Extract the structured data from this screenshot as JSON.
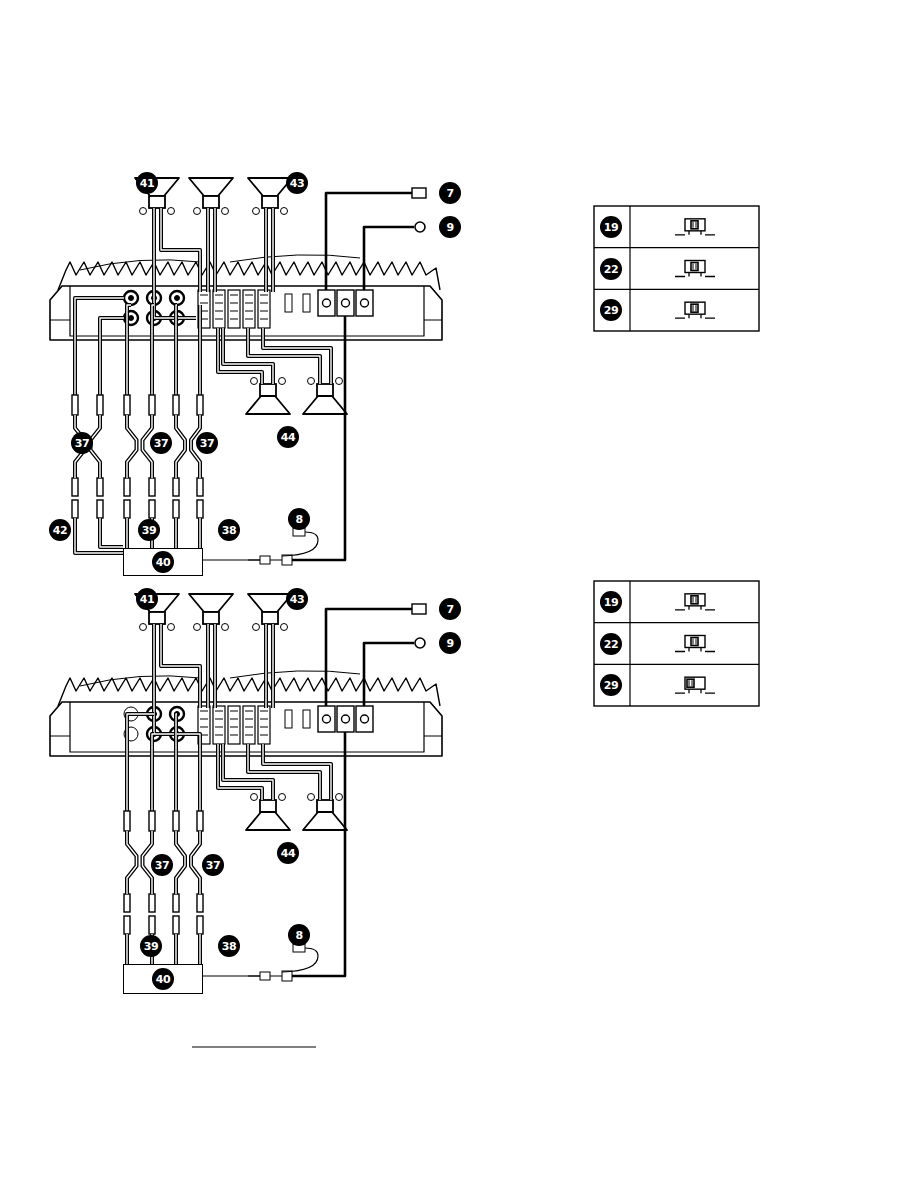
{
  "diagram": {
    "nodes": [
      {
        "text": [
          "40"
        ]
      },
      {
        "text": [
          "40"
        ]
      }
    ],
    "labels": [
      "41",
      "43",
      "7",
      "9",
      "19",
      "22",
      "29",
      "37",
      "37",
      "37",
      "44",
      "8",
      "42",
      "39",
      "38",
      "41",
      "43",
      "7",
      "9",
      "19",
      "22",
      "29",
      "37",
      "37",
      "44",
      "8",
      "39",
      "38"
    ]
  }
}
